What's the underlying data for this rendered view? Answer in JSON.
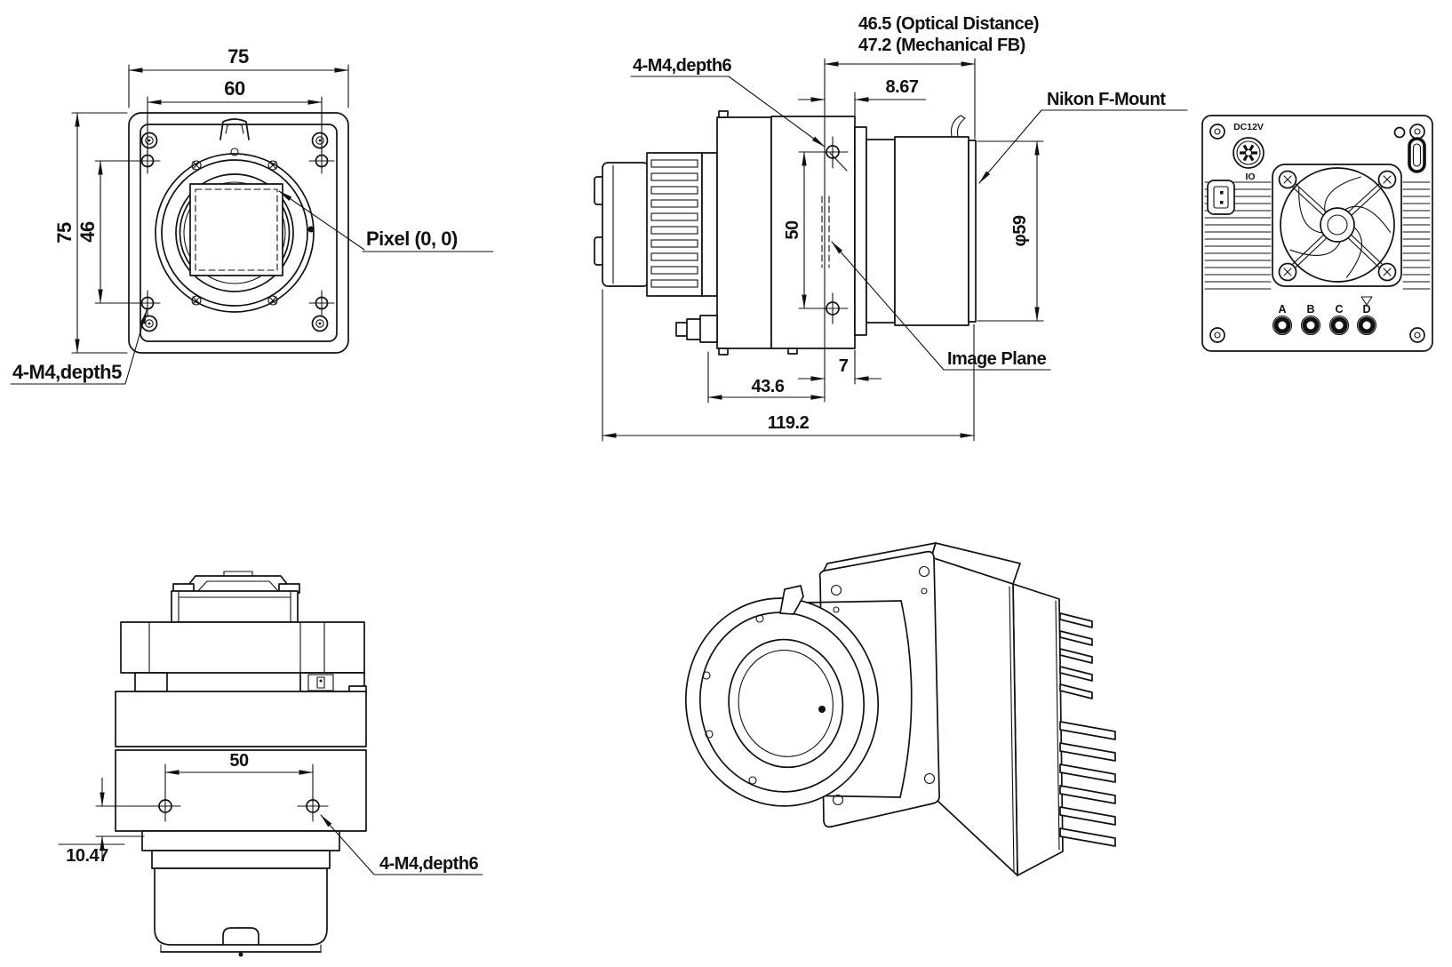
{
  "colors": {
    "line": "#111111",
    "background": "#ffffff"
  },
  "views": {
    "front": {
      "dims": {
        "overall_width": "75",
        "mount_hole_span_h": "60",
        "overall_height": "75",
        "mount_hole_span_v": "46"
      },
      "labels": {
        "pixel_origin": "Pixel (0, 0)",
        "mount_screws": "4-M4,depth5"
      }
    },
    "side": {
      "dims": {
        "optical_distance": "46.5 (Optical Distance)",
        "mechanical_fb": "47.2 (Mechanical FB)",
        "sensor_to_front": "8.67",
        "mount_hole_span": "50",
        "mount_diameter": "φ59",
        "sensor_offset": "7",
        "body_length": "43.6",
        "overall_length": "119.2"
      },
      "labels": {
        "mount_screws": "4-M4,depth6",
        "lens_mount": "Nikon F-Mount",
        "image_plane": "Image Plane"
      }
    },
    "rear": {
      "labels": {
        "power": "DC12V",
        "io": "IO",
        "connectors": [
          "A",
          "B",
          "C",
          "D"
        ]
      }
    },
    "top": {
      "dims": {
        "mount_hole_span": "50",
        "hole_offset": "10.47"
      },
      "labels": {
        "mount_screws": "4-M4,depth6"
      }
    }
  }
}
